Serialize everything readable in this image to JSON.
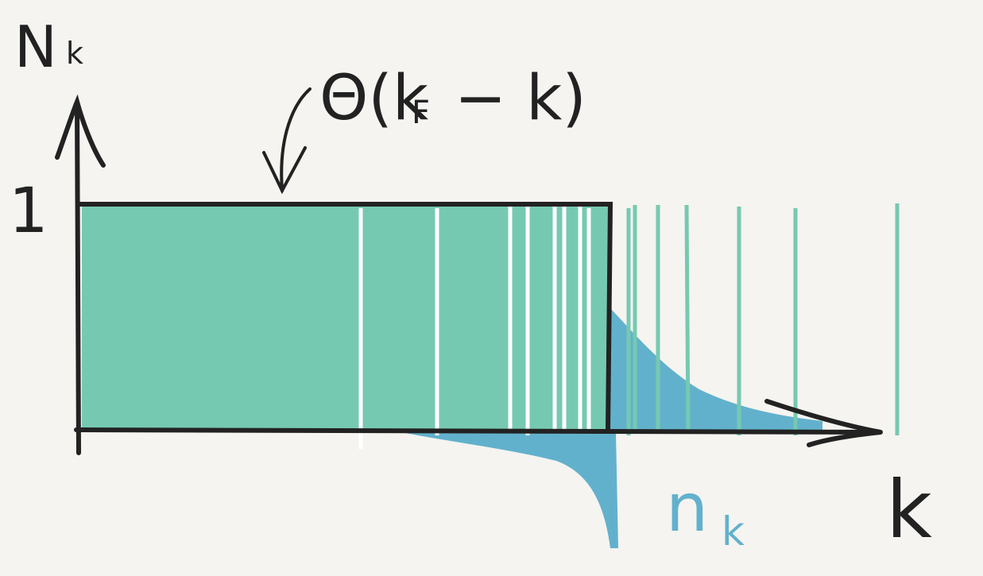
{
  "labels": {
    "y_axis_main": "N",
    "y_axis_sub": "k",
    "theta_expr_main": "Θ(k",
    "theta_expr_sub": "F",
    "theta_expr_tail": "− k)",
    "y_tick": "1",
    "x_axis": "k",
    "n_label_main": "n",
    "n_label_sub": "k"
  },
  "colors": {
    "background": "#f5f4f0",
    "ink": "#222222",
    "green": "#76c9b1",
    "blue": "#62b1cc",
    "white": "#ffffff"
  }
}
